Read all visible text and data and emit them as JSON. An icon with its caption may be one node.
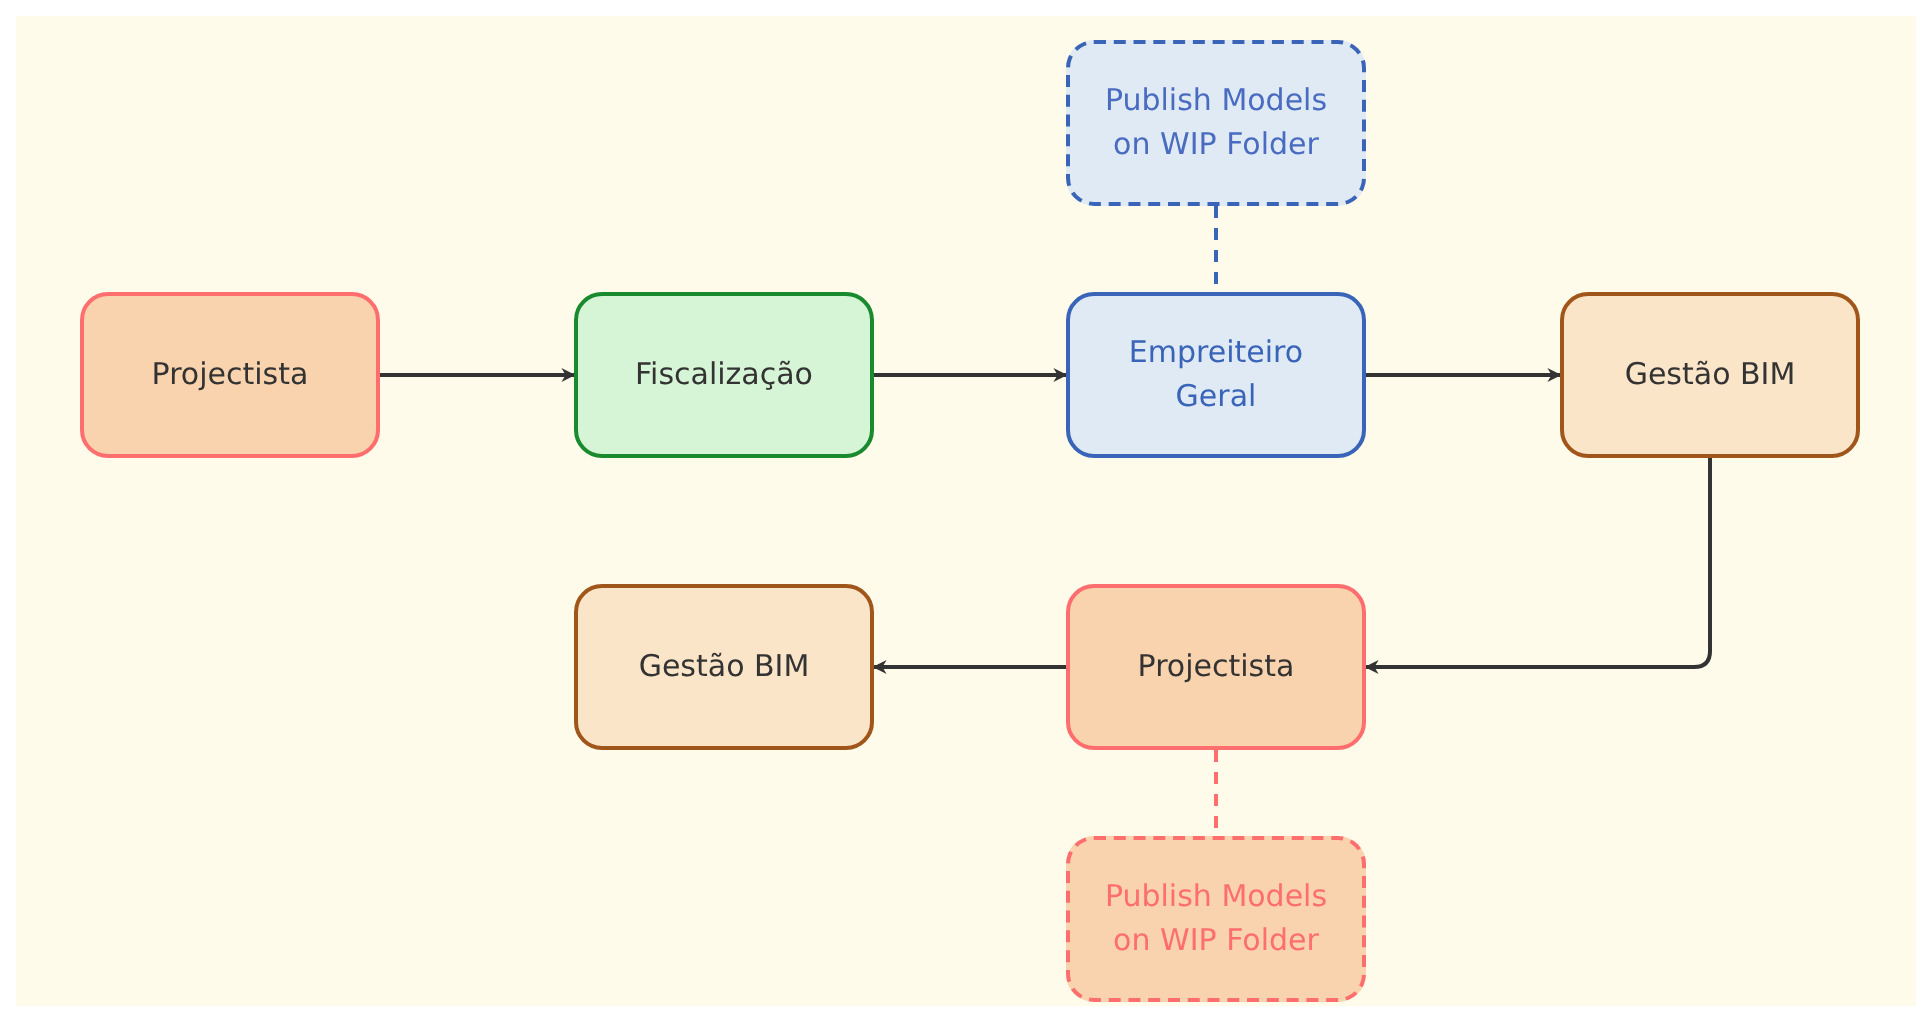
{
  "diagram": {
    "nodes": [
      {
        "text": [
          "Publish Models on WIP Folder"
        ]
      },
      {
        "text": [
          "Projectista"
        ]
      },
      {
        "text": [
          "Fiscalização"
        ]
      },
      {
        "text": [
          "Empreiteiro Geral"
        ]
      },
      {
        "text": [
          "Gestão BIM"
        ]
      },
      {
        "text": [
          "Gestão BIM"
        ]
      },
      {
        "text": [
          "Projectista"
        ]
      },
      {
        "text": [
          "Publish Models on WIP Folder"
        ]
      }
    ],
    "edges": [
      {
        "from": 1,
        "to": 2,
        "arrow": "to"
      },
      {
        "from": 2,
        "to": 3,
        "arrow": "to"
      },
      {
        "from": 3,
        "to": 4,
        "arrow": "to"
      },
      {
        "from": 4,
        "to": 6,
        "arrow": "to"
      },
      {
        "from": 6,
        "to": 5,
        "arrow": "to"
      },
      {
        "from": 0,
        "to": 3,
        "arrow": "none",
        "style": "dashed",
        "color": "#3a64b8"
      },
      {
        "from": 6,
        "to": 7,
        "arrow": "none",
        "style": "dashed",
        "color": "#ff6e6e"
      }
    ]
  }
}
